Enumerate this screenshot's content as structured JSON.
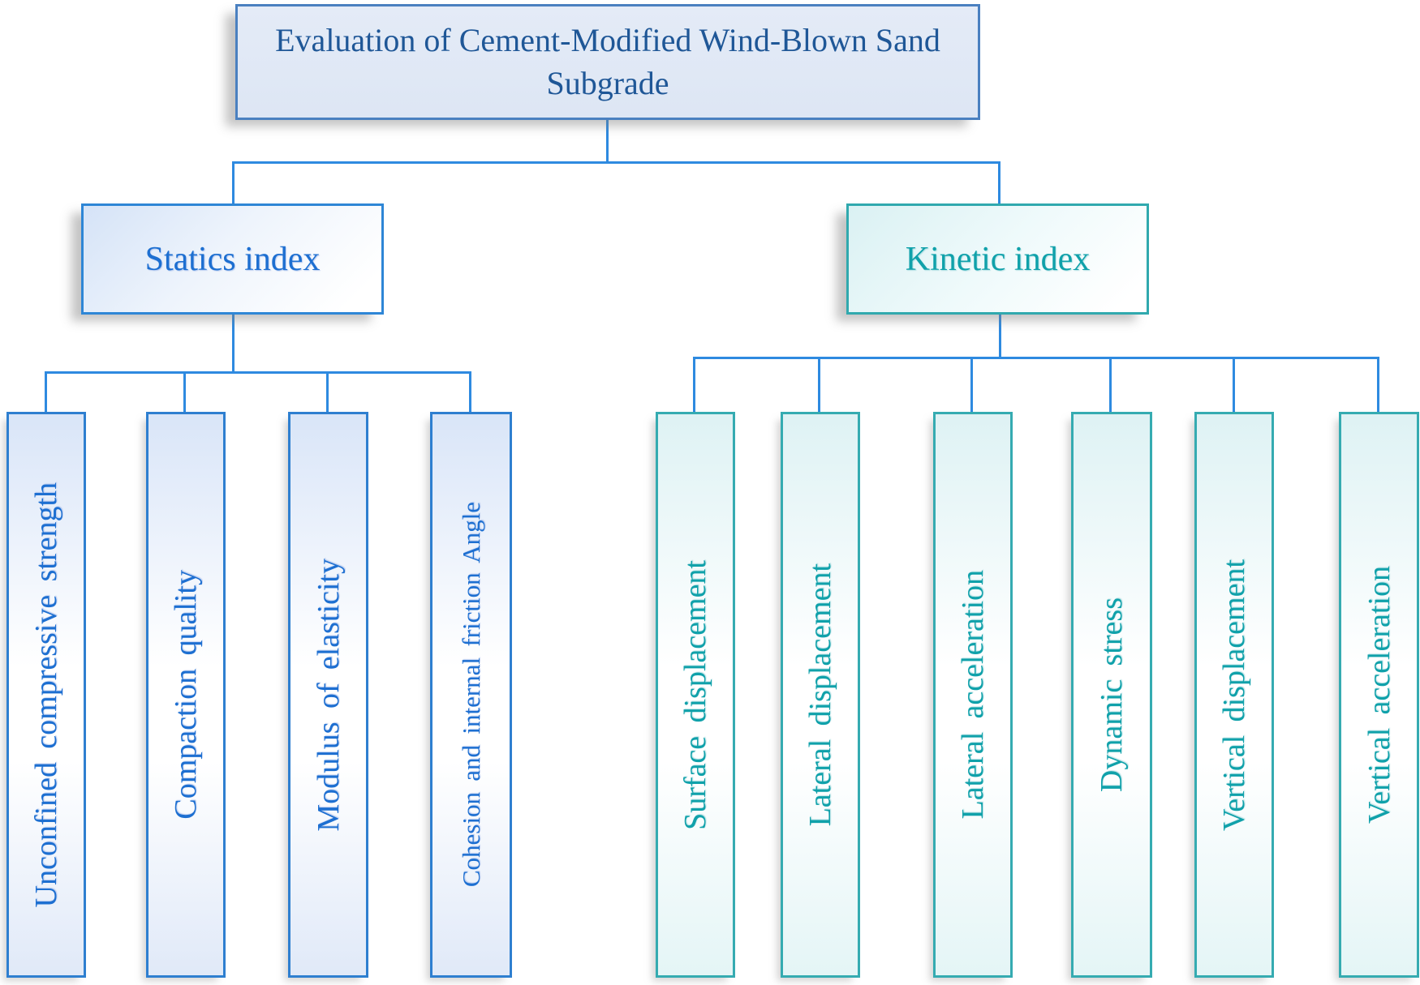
{
  "diagram": {
    "title": "Evaluation of Cement-Modified Wind-Blown Sand Subgrade",
    "branches": [
      {
        "label": "Statics index",
        "children": [
          "Unconfined compressive strength",
          "Compaction quality",
          "Modulus of elasticity",
          "Cohesion and internal friction Angle"
        ]
      },
      {
        "label": "Kinetic index",
        "children": [
          "Surface displacement",
          "Lateral displacement",
          "Lateral acceleration",
          "Dynamic stress",
          "Vertical displacement",
          "Vertical acceleration"
        ]
      }
    ],
    "colors": {
      "connector_blue": "#2e8ae0",
      "title_text": "#1f5797",
      "statics_text": "#1d6fd1",
      "statics_border": "#2e86d6",
      "kinetic_text": "#10a1aa",
      "kinetic_border": "#35abb1"
    }
  }
}
